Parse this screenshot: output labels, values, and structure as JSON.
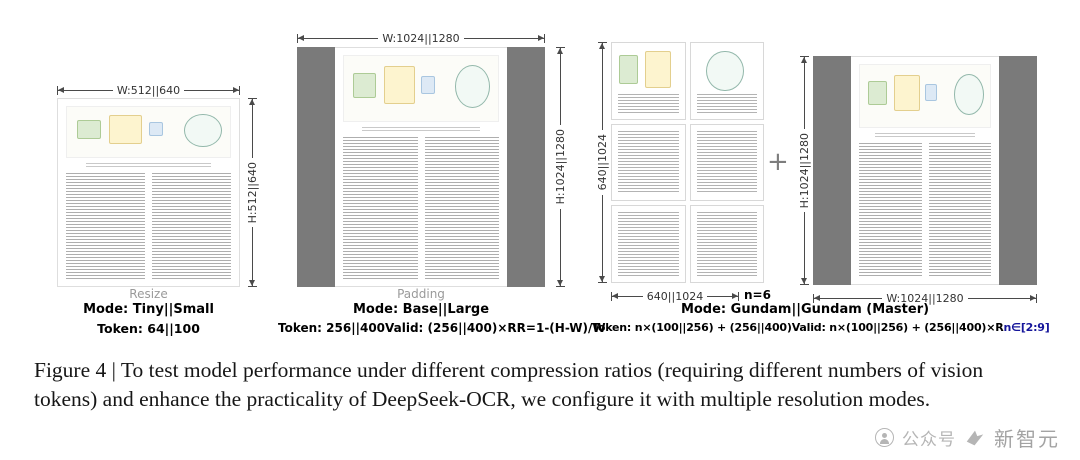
{
  "panels": {
    "resize": {
      "width_label": "W:512||640",
      "height_label": "H:512||640",
      "title": "Resize",
      "mode": "Mode: Tiny||Small",
      "token": "Token: 64||100"
    },
    "padding": {
      "width_label": "W:1024||1280",
      "height_label": "H:1024||1280",
      "title": "Padding",
      "mode": "Mode: Base||Large",
      "token": "Token: 256||400",
      "valid": "Valid: (256||400)×R",
      "formula": "R=1-(H-W)/W"
    },
    "gundam": {
      "tiles_height_label": "640||1024",
      "tiles_width_label": "640||1024",
      "tiles_count": "n=6",
      "plus": "+",
      "global_height_label": "H:1024||1280",
      "global_width_label": "W:1024||1280",
      "mode": "Mode: Gundam||Gundam (Master)",
      "token": "Token: n×(100||256) + (256||400)",
      "valid": "Valid: n×(100||256) + (256||400)×R",
      "range": "n∈[2:9]"
    }
  },
  "caption": "Figure 4 | To test model performance under different compression ratios (requiring different numbers of vision tokens) and enhance the practicality of DeepSeek-OCR, we configure it with multiple resolution modes.",
  "watermark": {
    "platform": "公众号",
    "brand": "新智元"
  },
  "colors": {
    "padding_bar": "#7a7a7a",
    "dimension_line": "#4a4a4a",
    "range_text": "#16169b",
    "watermark_gray": "#b5b5b5"
  }
}
